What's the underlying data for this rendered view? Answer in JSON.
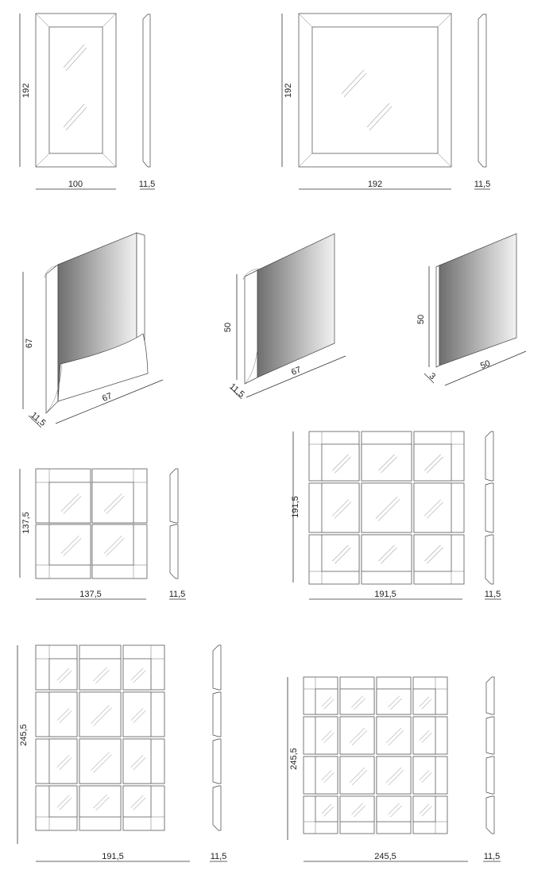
{
  "drawings": {
    "mirror_100x192": {
      "height_label": "192",
      "width_label": "100",
      "depth_label": "11,5"
    },
    "mirror_192x192": {
      "height_label": "192",
      "width_label": "192",
      "depth_label": "11,5"
    },
    "perspective_67": {
      "height_label": "67",
      "width_label": "67",
      "depth_label": "11,5"
    },
    "perspective_50_67": {
      "height_label": "50",
      "width_label": "67",
      "depth_label": "11,5"
    },
    "perspective_50": {
      "height_label": "50",
      "width_label": "50",
      "depth_label": "3"
    },
    "grid_2x2": {
      "height_label": "137,5",
      "width_label": "137,5",
      "depth_label": "11,5"
    },
    "grid_3x3": {
      "height_label": "191,5",
      "width_label": "191,5",
      "depth_label": "11,5"
    },
    "grid_3x4": {
      "height_label": "245,5",
      "width_label": "191,5",
      "depth_label": "11,5"
    },
    "grid_4x4": {
      "height_label": "245,5",
      "width_label": "245,5",
      "depth_label": "11,5"
    }
  }
}
